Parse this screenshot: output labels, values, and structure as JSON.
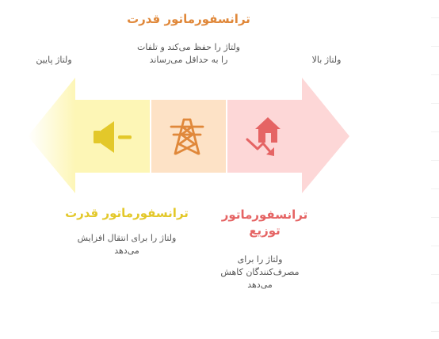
{
  "colors": {
    "yellow": "#e3c82a",
    "orange": "#e0883a",
    "red": "#e56464",
    "yellow_fill": "#fdf6b6",
    "orange_fill": "#fde2c6",
    "red_fill": "#fdd7d7"
  },
  "labels": {
    "left": "ولتاژ پایین",
    "right": "ولتاژ بالا"
  },
  "steps": [
    {
      "title": "ترانسفورماتور قدرت",
      "desc_lines": [
        "ولتاژ را برای انتقال افزایش",
        "می‌دهد"
      ],
      "icon": "megaphone-icon"
    },
    {
      "title": "ترانسفورماتور قدرت",
      "desc_lines": [
        "ولتاژ را حفظ می‌کند و تلفات",
        "را به حداقل می‌رساند"
      ],
      "icon": "transmission-tower-icon"
    },
    {
      "title_lines": [
        "ترانسفورماتور",
        "توزیع"
      ],
      "desc_lines": [
        "ولتاژ را برای",
        "مصرف‌کنندگان کاهش",
        "می‌دهد"
      ],
      "icon": "house-down-arrow-icon"
    }
  ]
}
